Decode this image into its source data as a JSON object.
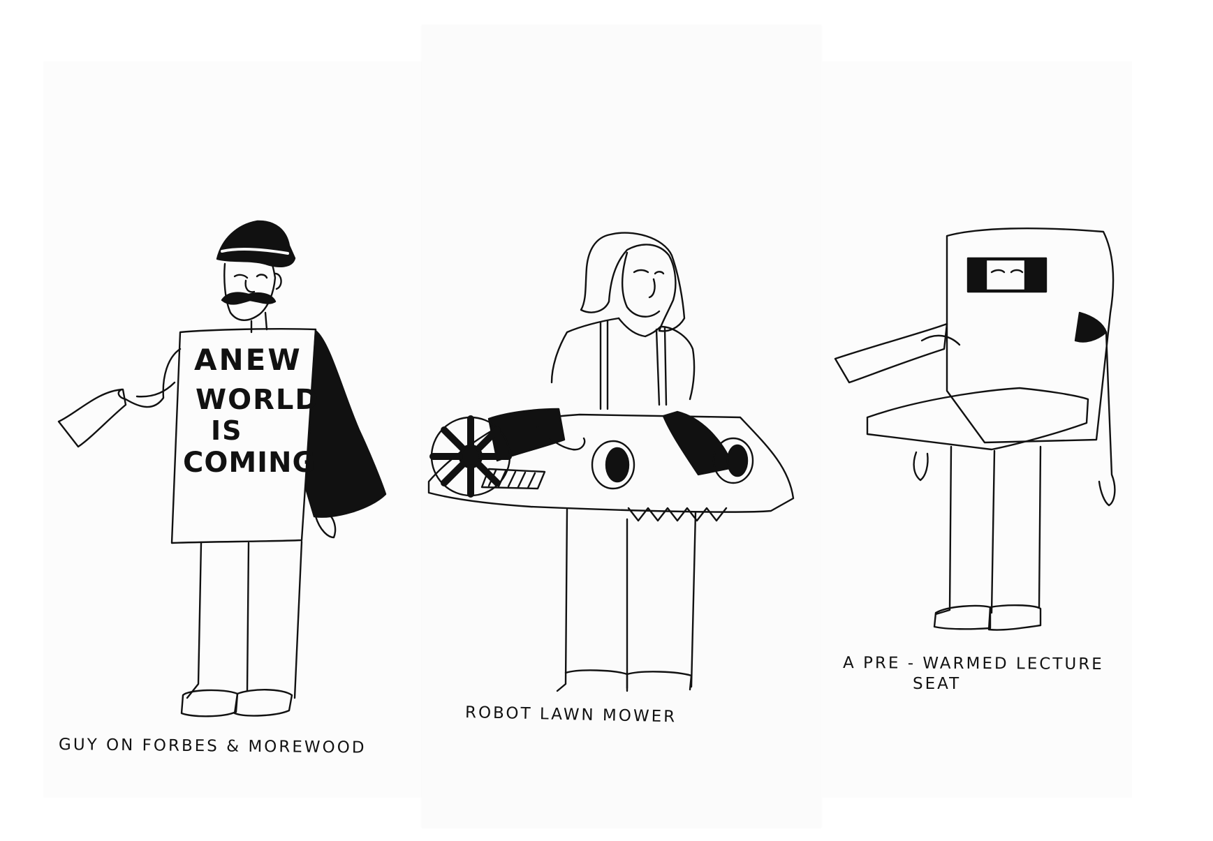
{
  "panels": [
    {
      "caption": "GUY ON FORBES & MOREWOOD",
      "sign": [
        "ANEW",
        "WORLD",
        "IS",
        "COMING"
      ]
    },
    {
      "caption": "ROBOT LAWN MOWER"
    },
    {
      "caption_lines": [
        "A PRE - WARMED LECTURE",
        "SEAT"
      ]
    }
  ],
  "colors": {
    "ink": "#111111",
    "paper": "#fbfbfb"
  }
}
